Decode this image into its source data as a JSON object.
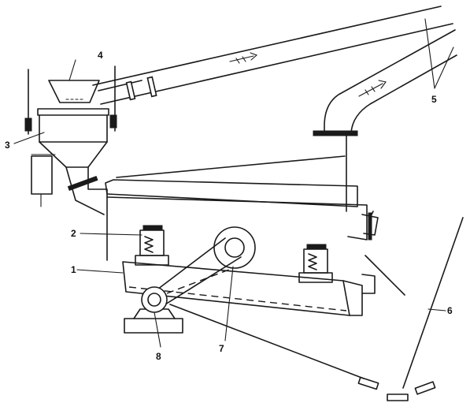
{
  "labels": {
    "l1": "1",
    "l2": "2",
    "l3": "3",
    "l4": "4",
    "l5": "5",
    "l6": "6",
    "l7": "7",
    "l8": "8"
  },
  "colors": {
    "ink": "#1a1a1a",
    "paper": "#ffffff"
  }
}
